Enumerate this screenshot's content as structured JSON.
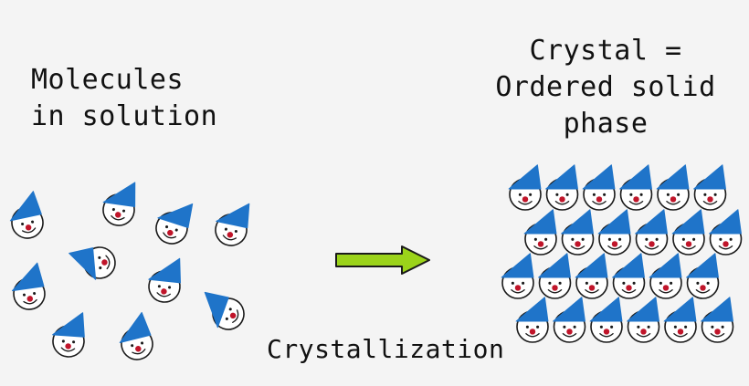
{
  "left_label": [
    "Molecules",
    "in solution"
  ],
  "right_label": [
    "Crystal =",
    "Ordered solid",
    "phase"
  ],
  "process_label": "Crystallization",
  "colors": {
    "background": "#f4f4f4",
    "hat": "#1f74c9",
    "face": "#ffffff",
    "outline": "#1a1a1a",
    "nose": "#c0152a",
    "arrow_fill": "#9bd31a",
    "arrow_stroke": "#1a1a1a"
  },
  "icons": {
    "molecule": "clown-face-with-hat-icon",
    "arrow": "right-arrow-icon"
  }
}
